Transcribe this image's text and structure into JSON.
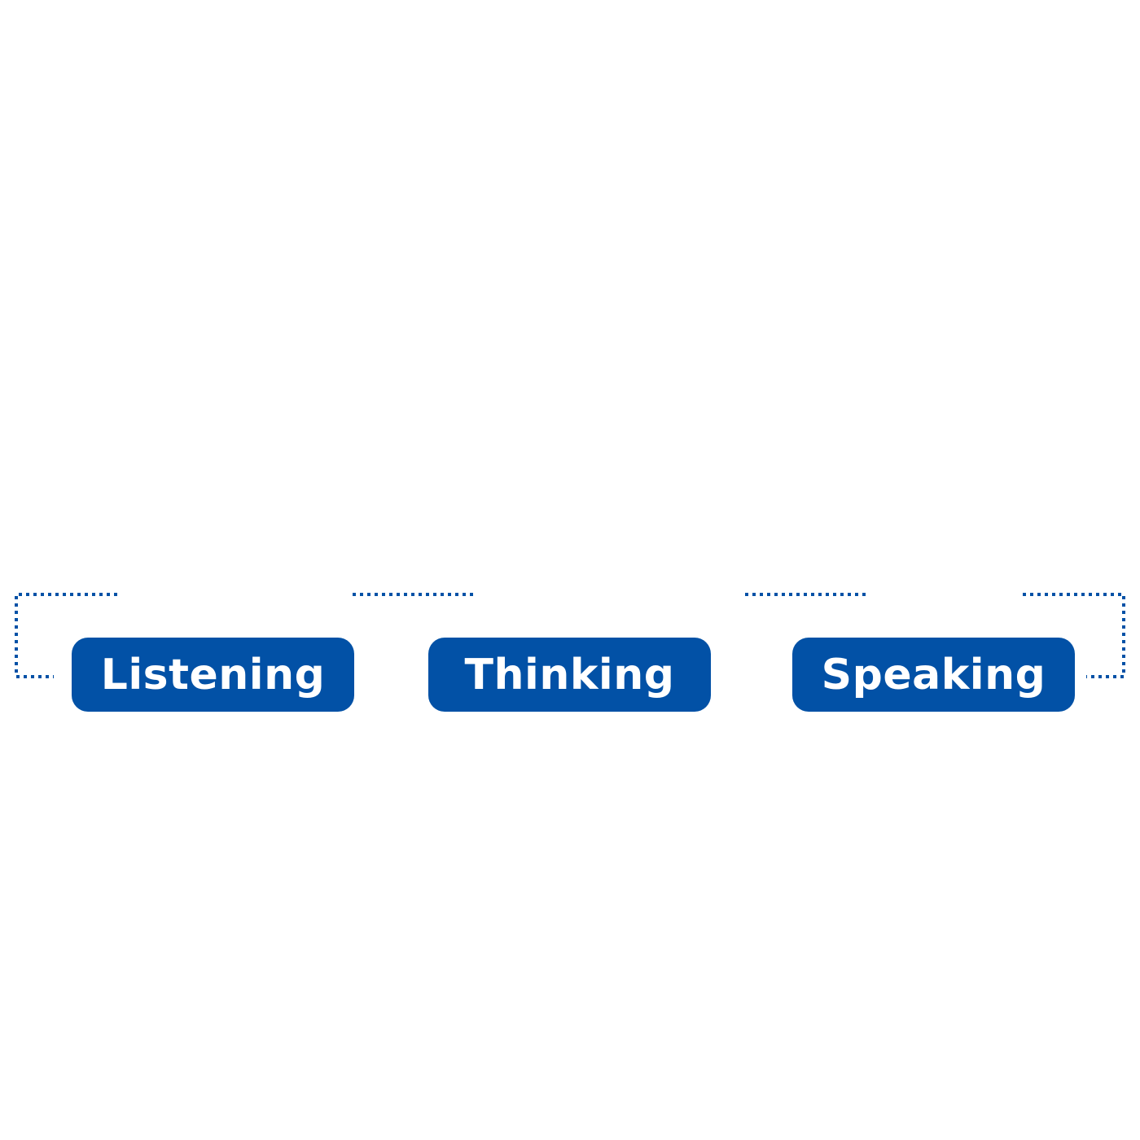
{
  "colors": {
    "box_fill": "#0251a6",
    "connector": "#0251a6",
    "label_text": "#ffffff",
    "background": "#ffffff"
  },
  "stages": [
    {
      "label": "Listening"
    },
    {
      "label": "Thinking"
    },
    {
      "label": "Speaking"
    }
  ]
}
